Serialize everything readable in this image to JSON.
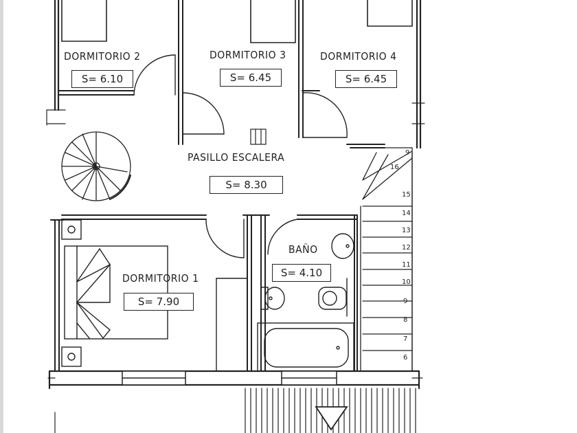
{
  "rooms": {
    "dormitorio2": {
      "label": "DORMITORIO 2",
      "area": "S= 6.10"
    },
    "dormitorio3": {
      "label": "DORMITORIO 3",
      "area": "S= 6.45"
    },
    "dormitorio4": {
      "label": "DORMITORIO 4",
      "area": "S= 6.45"
    },
    "pasillo": {
      "label": "PASILLO ESCALERA",
      "area": "S= 8.30"
    },
    "dormitorio1": {
      "label": "DORMITORIO 1",
      "area": "S= 7.90"
    },
    "bano": {
      "label": "BAÑO",
      "area": "S= 4.10"
    }
  },
  "stairs": {
    "numbers": [
      "9",
      "16",
      "15",
      "14",
      "13",
      "12",
      "11",
      "10",
      "9",
      "8",
      "7",
      "6"
    ]
  },
  "colors": {
    "ink": "#222222",
    "paper": "#ffffff",
    "margin": "#d8d8d8"
  }
}
